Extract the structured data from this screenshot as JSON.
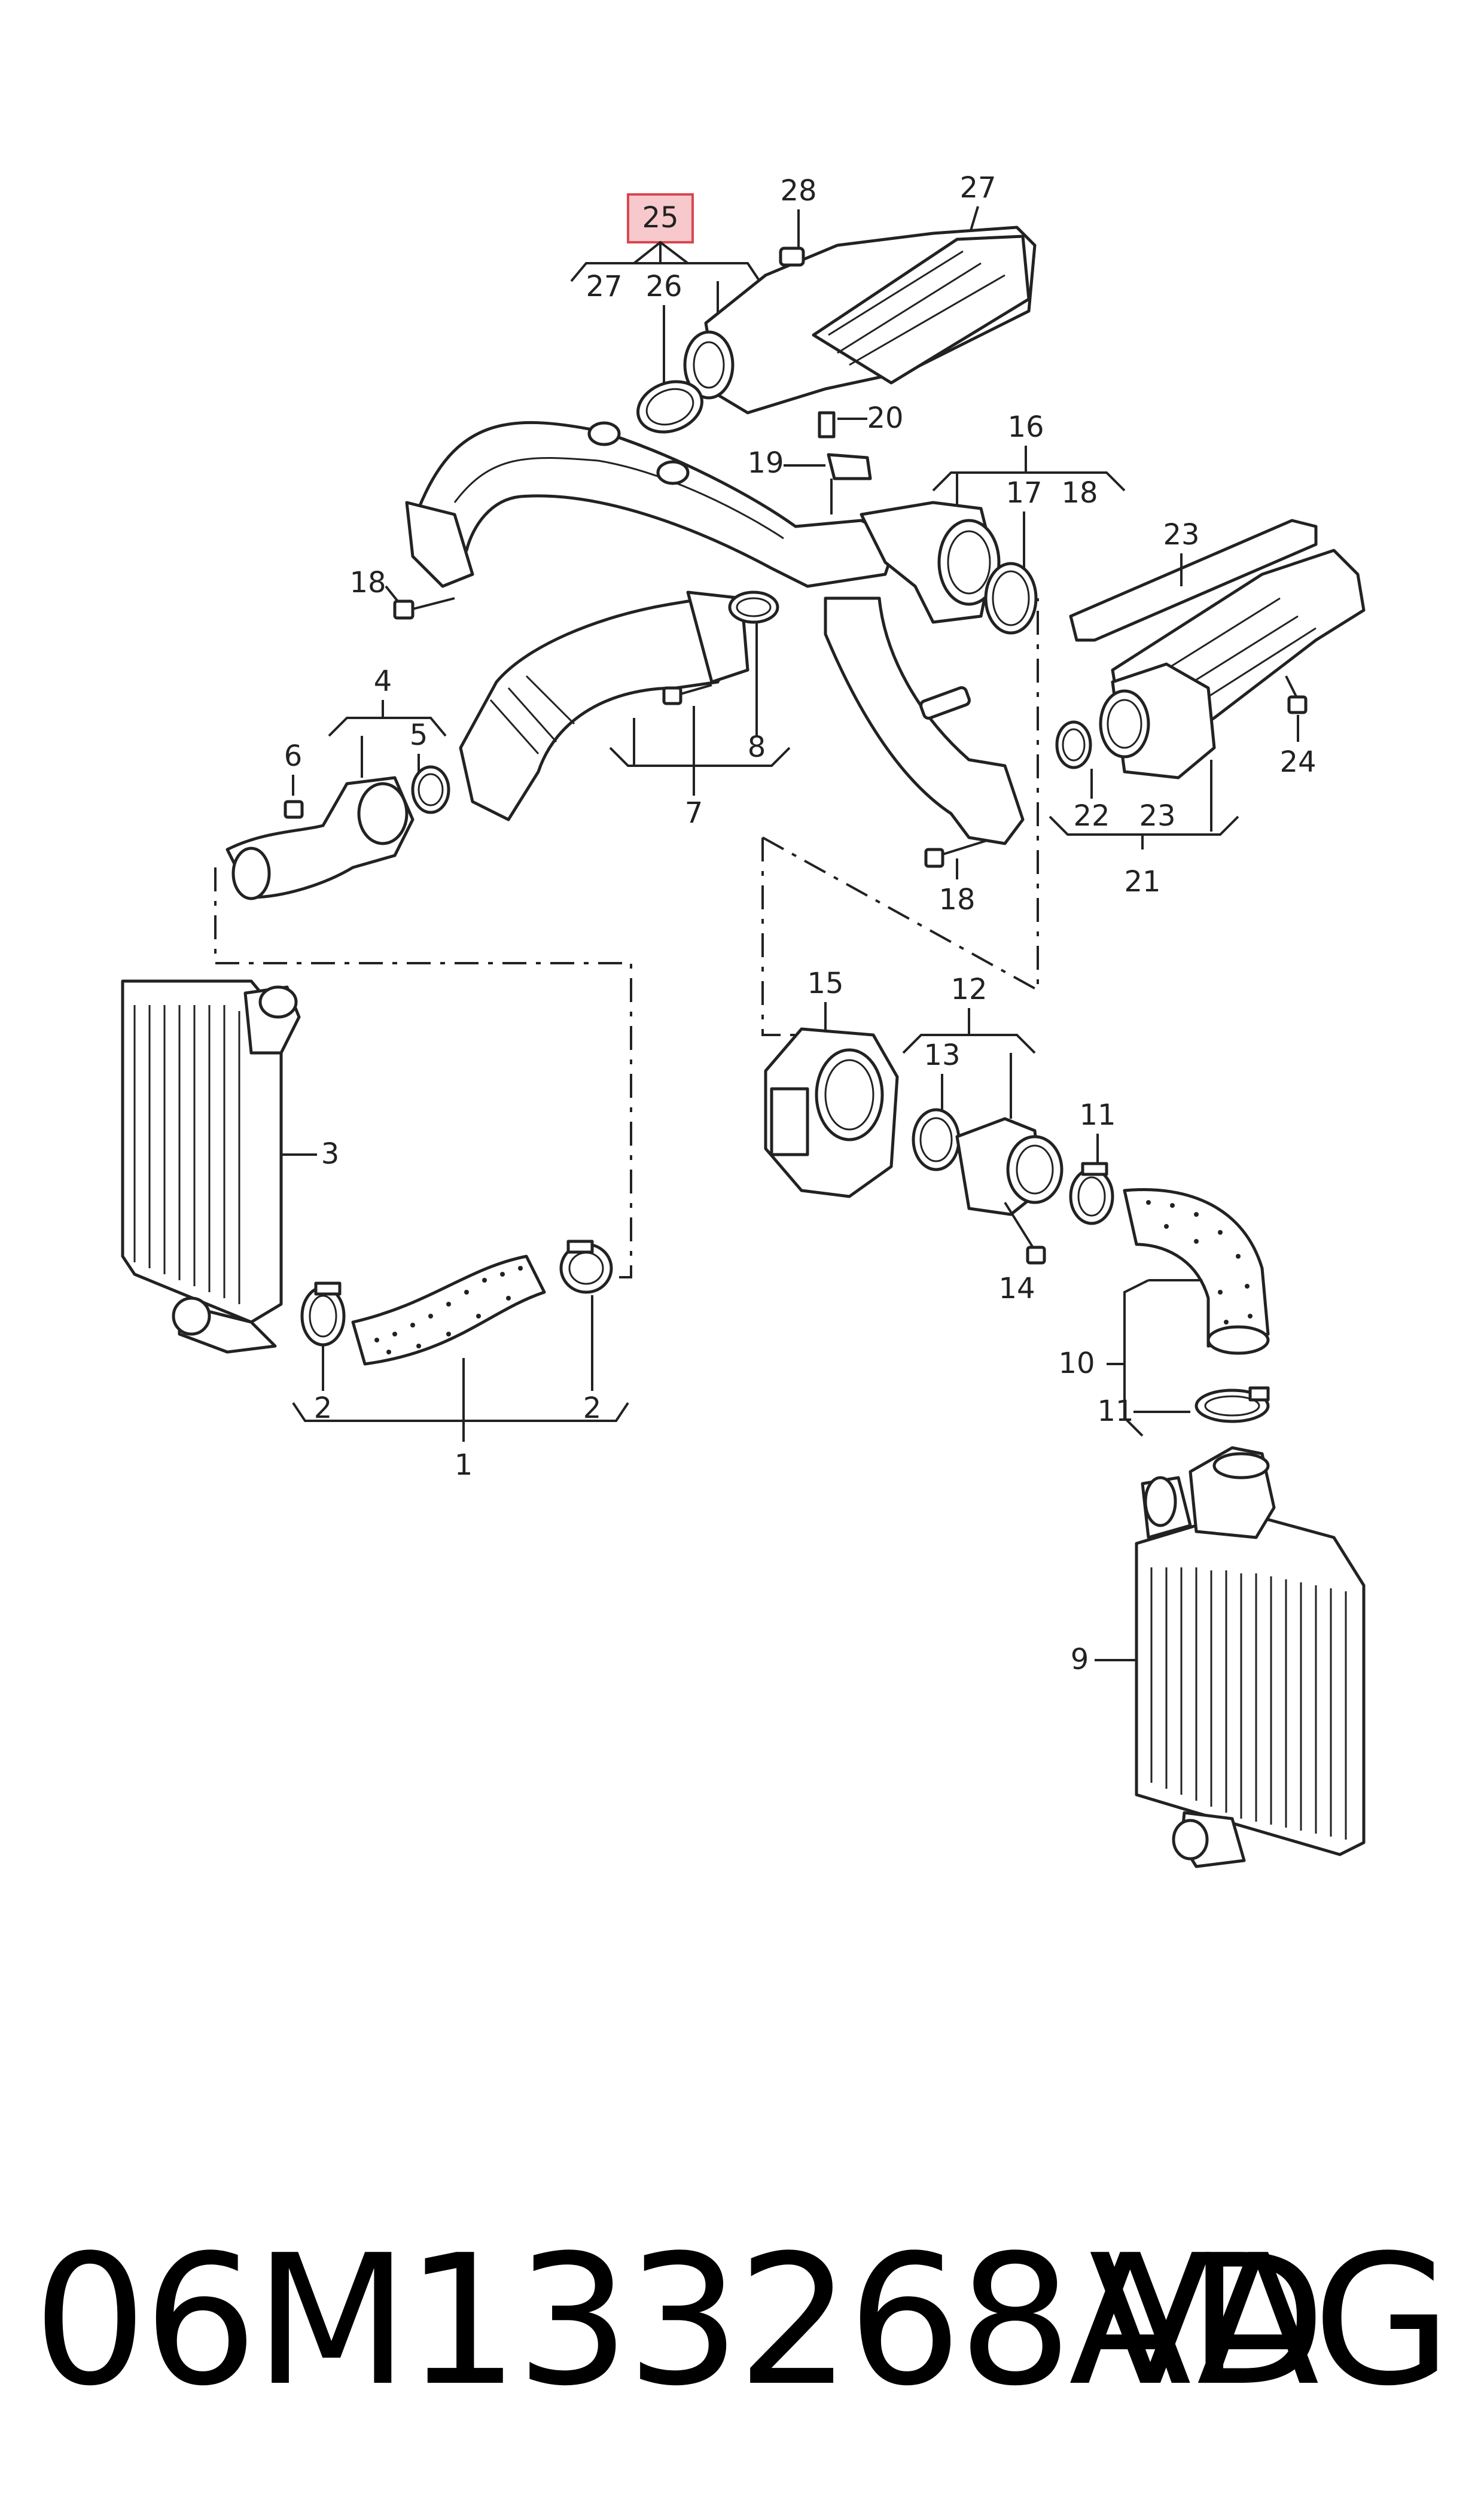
{
  "diagram": {
    "highlighted_label": "25",
    "labels": {
      "l1": "1",
      "l2a": "2",
      "l2b": "2",
      "l3": "3",
      "l4": "4",
      "l5": "5",
      "l6": "6",
      "l7": "7",
      "l8": "8",
      "l9": "9",
      "l10": "10",
      "l11a": "11",
      "l11b": "11",
      "l12": "12",
      "l13": "13",
      "l14": "14",
      "l15": "15",
      "l16": "16",
      "l17": "17",
      "l18a": "18",
      "l18b": "18",
      "l18c": "18",
      "l19": "19",
      "l20": "20",
      "l21": "21",
      "l22": "22",
      "l23a": "23",
      "l23b": "23",
      "l24": "24",
      "l26": "26",
      "l27a": "27",
      "l27b": "27",
      "l28": "28"
    },
    "highlight_color": "#f7c9cc",
    "highlight_border": "#d9464f"
  },
  "footer": {
    "part_number": "06M133268AD",
    "brand": "VAG"
  }
}
